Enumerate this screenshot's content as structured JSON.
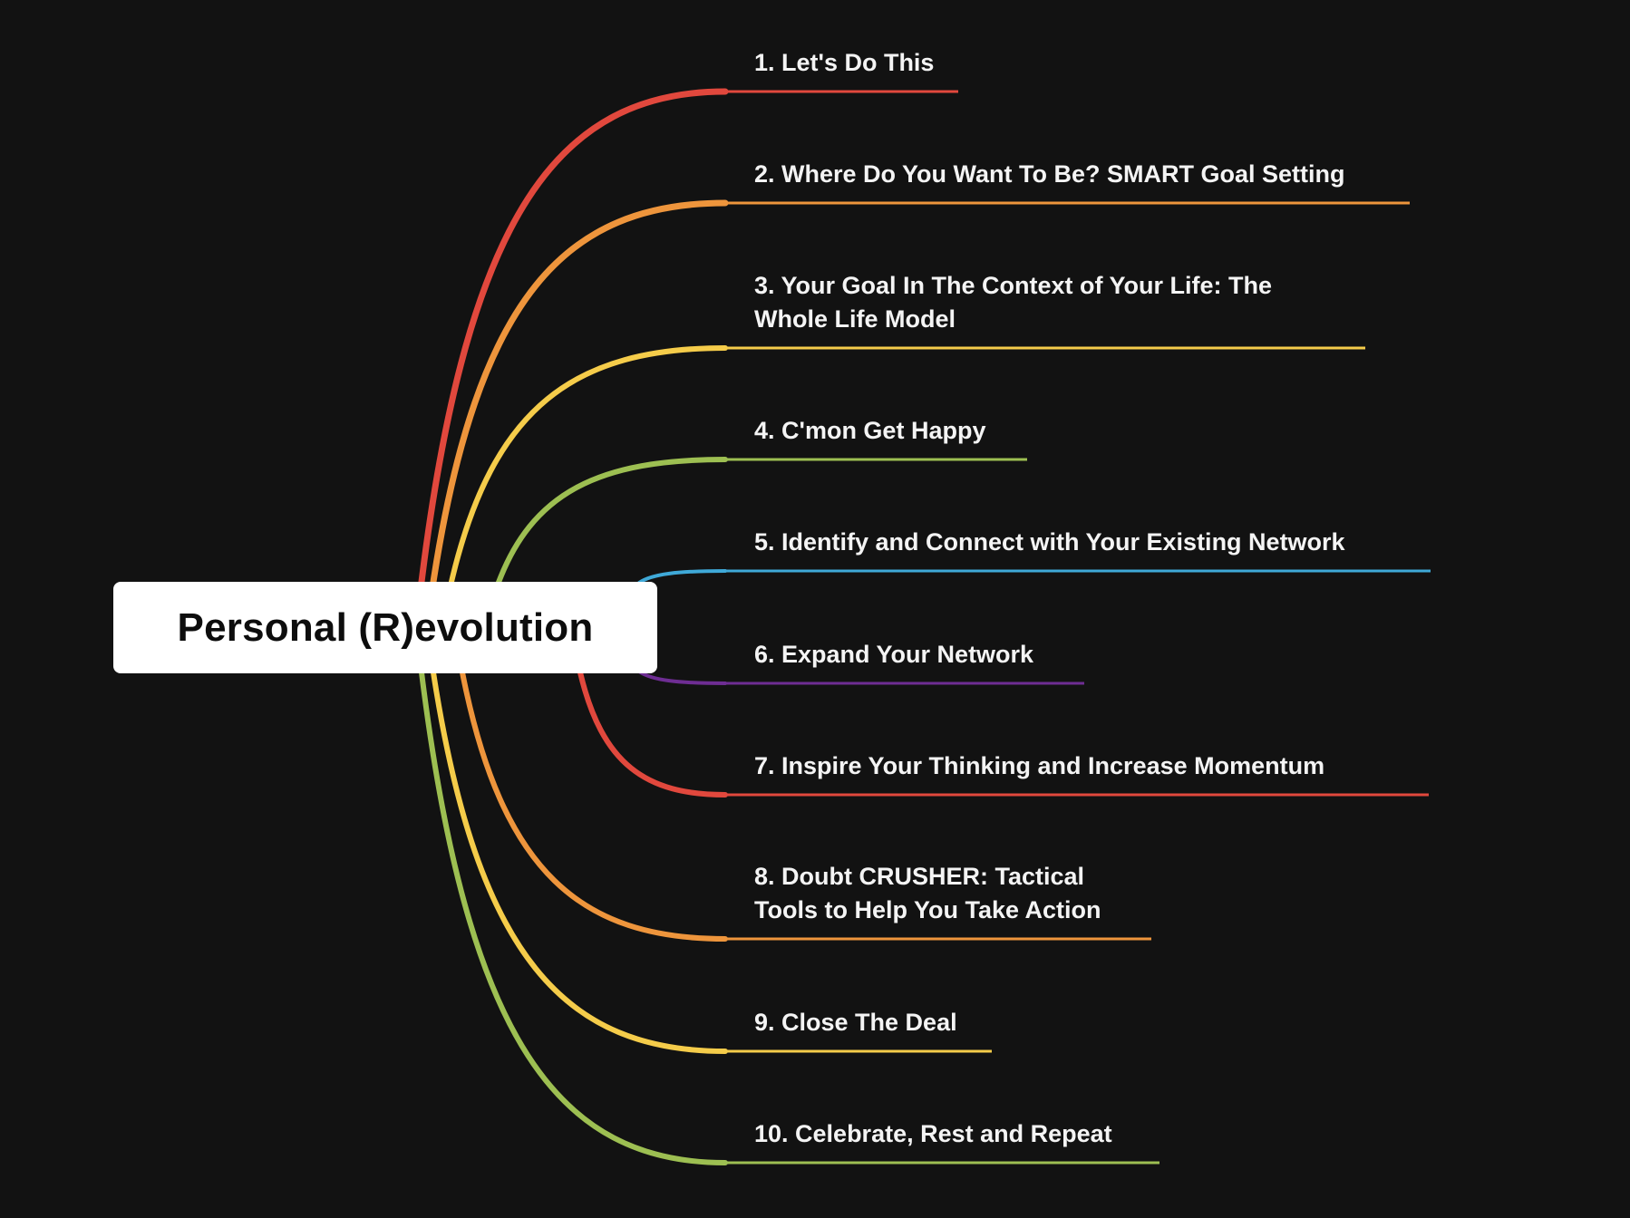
{
  "root": {
    "title": "Personal (R)evolution"
  },
  "topics": [
    {
      "label": "1. Let's Do This",
      "color": "#e1483d"
    },
    {
      "label": "2. Where Do You Want To Be? SMART Goal Setting",
      "color": "#ee953c"
    },
    {
      "label": "3. Your Goal In The Context of Your Life: The\nWhole Life Model",
      "color": "#f5cc4a"
    },
    {
      "label": "4. C'mon Get Happy",
      "color": "#9dbf52"
    },
    {
      "label": "5. Identify and Connect with Your Existing Network",
      "color": "#3fa9d8"
    },
    {
      "label": "6. Expand Your Network",
      "color": "#6e2d93"
    },
    {
      "label": "7. Inspire Your Thinking and Increase Momentum",
      "color": "#e1483d"
    },
    {
      "label": "8. Doubt CRUSHER: Tactical\nTools to Help You Take Action",
      "color": "#ee953c"
    },
    {
      "label": "9. Close The Deal",
      "color": "#f5cc4a"
    },
    {
      "label": "10. Celebrate, Rest and Repeat",
      "color": "#9dbf52"
    }
  ],
  "colors": {
    "background": "#121212",
    "root_box": "#ffffff",
    "root_text": "#0d0d0d",
    "topic_text": "#f4f4f4"
  }
}
